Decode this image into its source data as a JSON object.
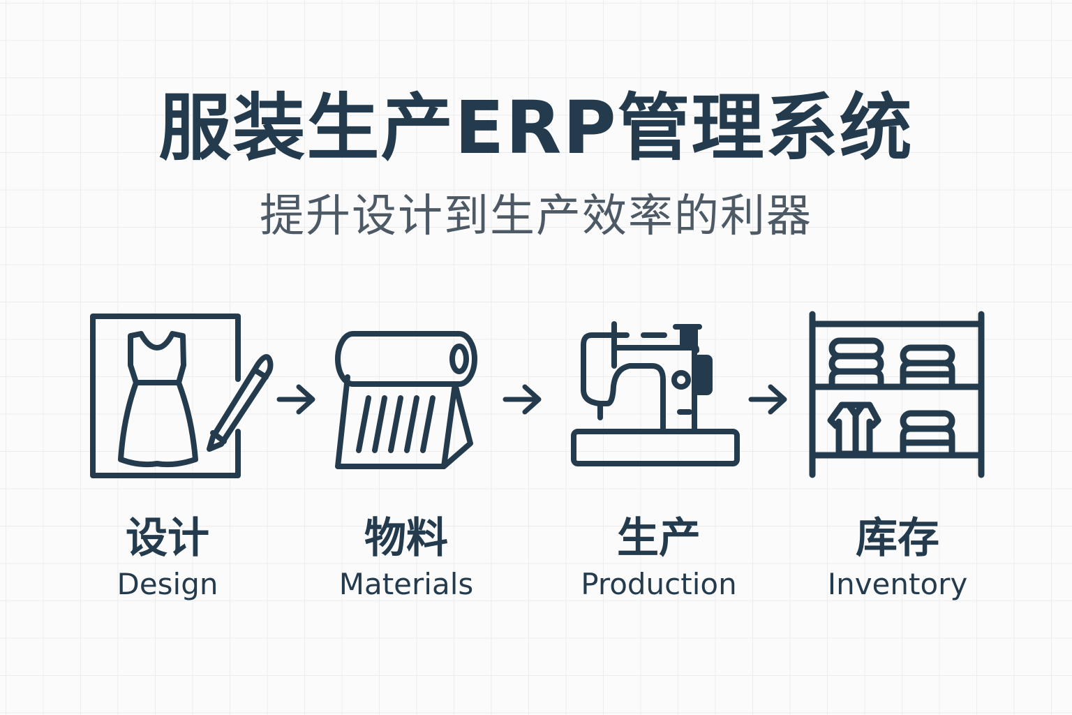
{
  "title": "服装生产ERP管理系统",
  "subtitle": "提升设计到生产效率的利器",
  "accent_color": "#243b4e",
  "steps": [
    {
      "zh": "设计",
      "en": "Design",
      "icon": "dress-design-icon"
    },
    {
      "zh": "物料",
      "en": "Materials",
      "icon": "fabric-roll-icon"
    },
    {
      "zh": "生产",
      "en": "Production",
      "icon": "sewing-machine-icon"
    },
    {
      "zh": "库存",
      "en": "Inventory",
      "icon": "inventory-shelf-icon"
    }
  ]
}
